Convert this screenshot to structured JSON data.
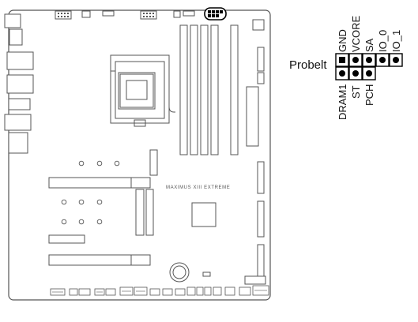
{
  "board": {
    "model_text": "MAXIMUS XIII EXTREME"
  },
  "header": {
    "name": "Probelt",
    "top_labels": [
      "GND",
      "VCORE",
      "SA",
      "IO_0",
      "IO_1"
    ],
    "bottom_labels": [
      "DRAM1",
      "ST",
      "PCH"
    ]
  },
  "colors": {
    "line": "#555555",
    "pin": "#000000"
  }
}
